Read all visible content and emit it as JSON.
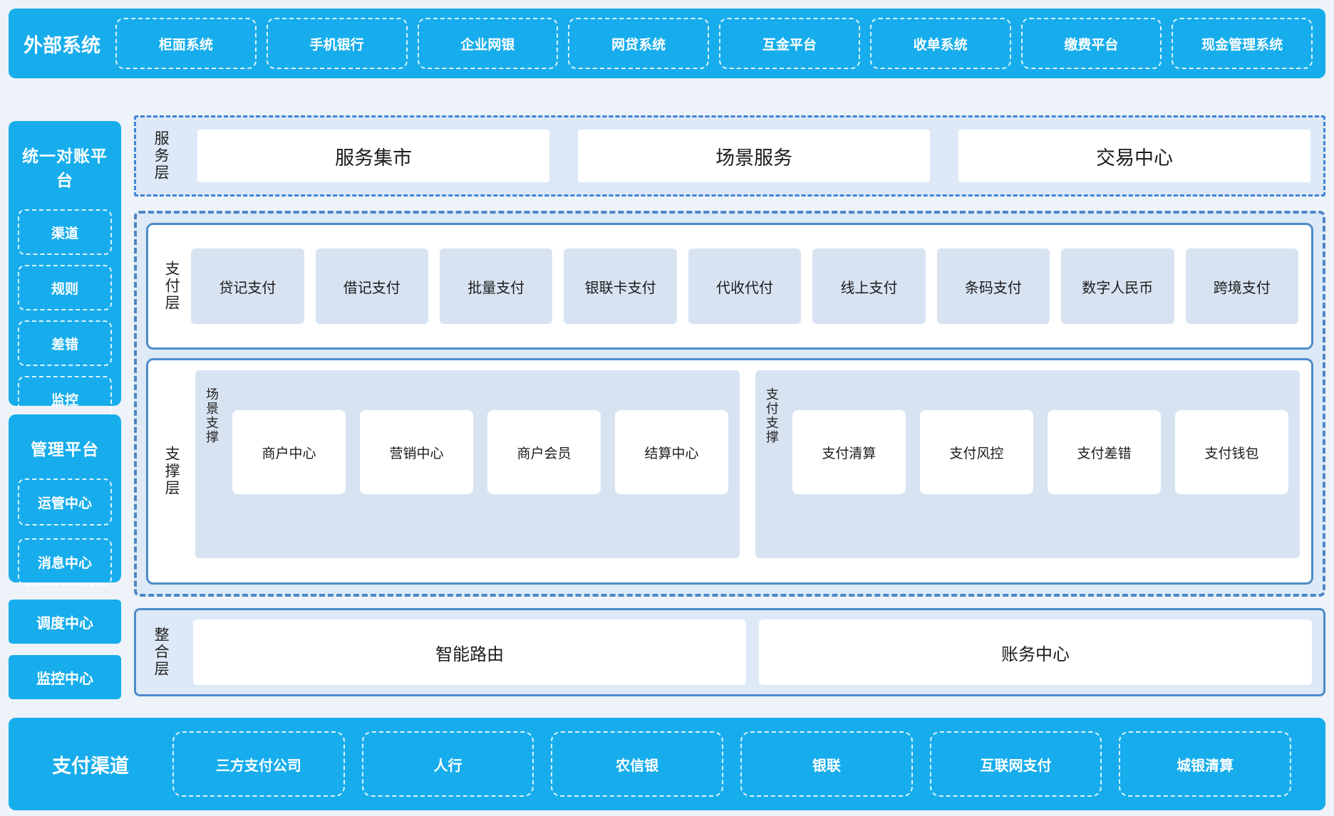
{
  "colors": {
    "bright_blue": "#17adec",
    "section_bg": "#dde9f7",
    "item_blue": "#d8e3f2",
    "solid_border": "#4d8bc8",
    "dashed_border": "#4d86c5",
    "service_border": "#3e85d8",
    "text_dark": "#1b1b1b"
  },
  "external_systems": {
    "label": "外部系统",
    "items": [
      "柜面系统",
      "手机银行",
      "企业网银",
      "网贷系统",
      "互金平台",
      "收单系统",
      "缴费平台",
      "现金管理系统"
    ]
  },
  "sidebar": {
    "reconciliation": {
      "title": "统一对账平台",
      "items": [
        "渠道",
        "规则",
        "差错",
        "监控"
      ]
    },
    "management": {
      "title": "管理平台",
      "items": [
        "运管中心",
        "消息中心"
      ]
    },
    "standalone": [
      "调度中心",
      "监控中心"
    ]
  },
  "service_layer": {
    "label": "服务层",
    "items": [
      "服务集市",
      "场景服务",
      "交易中心"
    ]
  },
  "payment_layer": {
    "label": "支付层",
    "items": [
      "贷记支付",
      "借记支付",
      "批量支付",
      "银联卡支付",
      "代收代付",
      "线上支付",
      "条码支付",
      "数字人民币",
      "跨境支付"
    ]
  },
  "support_layer": {
    "label": "支撑层",
    "groups": [
      {
        "label": "场景支撑",
        "items": [
          "商户中心",
          "营销中心",
          "商户会员",
          "结算中心"
        ]
      },
      {
        "label": "支付支撑",
        "items": [
          "支付清算",
          "支付风控",
          "支付差错",
          "支付钱包"
        ]
      }
    ]
  },
  "integration_layer": {
    "label": "整合层",
    "items": [
      "智能路由",
      "账务中心"
    ]
  },
  "payment_channels": {
    "label": "支付渠道",
    "items": [
      "三方支付公司",
      "人行",
      "农信银",
      "银联",
      "互联网支付",
      "城银清算"
    ]
  }
}
